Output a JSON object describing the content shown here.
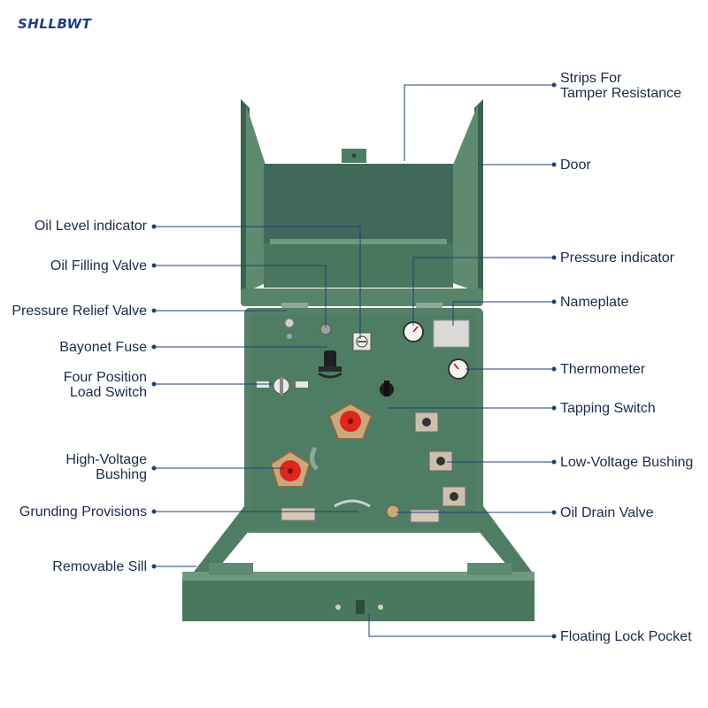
{
  "brand": {
    "logo_text": "SHLLBWT"
  },
  "callouts": {
    "strips": {
      "line1": "Strips For",
      "line2": "Tamper Resistance"
    },
    "door": "Door",
    "oil_level": "Oil Level indicator",
    "oil_filling": "Oil Filling Valve",
    "pressure_indicator": "Pressure indicator",
    "pressure_relief": "Pressure Relief Valve",
    "nameplate": "Nameplate",
    "bayonet": "Bayonet Fuse",
    "four_position": {
      "line1": "Four Position",
      "line2": "Load Switch"
    },
    "thermometer": "Thermometer",
    "tapping": "Tapping Switch",
    "hv_bushing": {
      "line1": "High-Voltage",
      "line2": "Bushing"
    },
    "lv_bushing": "Low-Voltage Bushing",
    "grounding": "Grunding Provisions",
    "oil_drain": "Oil Drain Valve",
    "sill": "Removable Sill",
    "lock": "Floating Lock Pocket"
  },
  "colors": {
    "cabinet": "#4f7d63",
    "cabinet_dark": "#3c624d",
    "cabinet_light": "#6f9a80",
    "bushing_red": "#e0251c",
    "bushing_tan": "#c9a87c",
    "leader": "#1f3f7a"
  }
}
